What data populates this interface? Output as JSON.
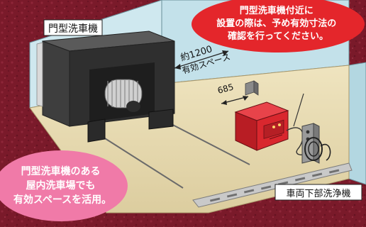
{
  "labels": {
    "gate_washer": "門型洗車機",
    "undercarriage_washer": "車両下部洗浄機",
    "space_approx": "約1200",
    "space_effective": "有効スペース",
    "dim_685": "685"
  },
  "callout_red": {
    "lines": [
      "門型洗車機付近に",
      "設置の際は、予め有効寸法の",
      "確認を行ってください。"
    ]
  },
  "callout_pink": {
    "lines": [
      "門型洗車機のある",
      "屋内洗車場でも",
      "有効スペースを活用。"
    ]
  },
  "colors": {
    "background": "#7a1a2a",
    "floor": "#e7dcb4",
    "wall": "#c9e6ee",
    "red_callout": "#e4262b",
    "pink_callout": "#f07aa8",
    "control_box": "#d9272e",
    "washer_body": "#3b3b3b"
  }
}
